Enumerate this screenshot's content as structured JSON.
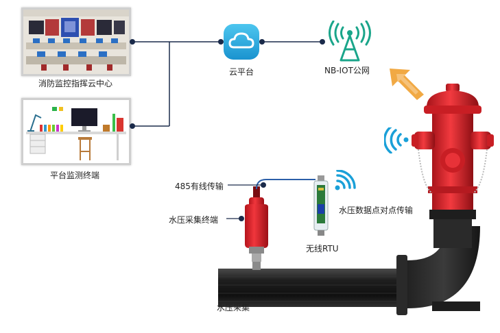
{
  "labels": {
    "control_center": "消防监控指挥云中心",
    "monitor_terminal": "平台监测终端",
    "cloud": "云平台",
    "nbiot": "NB-IOT公网",
    "wired": "485有线传输",
    "pressure_terminal": "水压采集终端",
    "rtu": "无线RTU",
    "p2p": "水压数据点对点传输",
    "collect": "水压采集"
  },
  "colors": {
    "accent": "#1aa0d8",
    "hydrant_red": "#e3262b",
    "line": "#1a2a4a",
    "wire": "#2b5ea8",
    "arrow": "#f0a030"
  }
}
